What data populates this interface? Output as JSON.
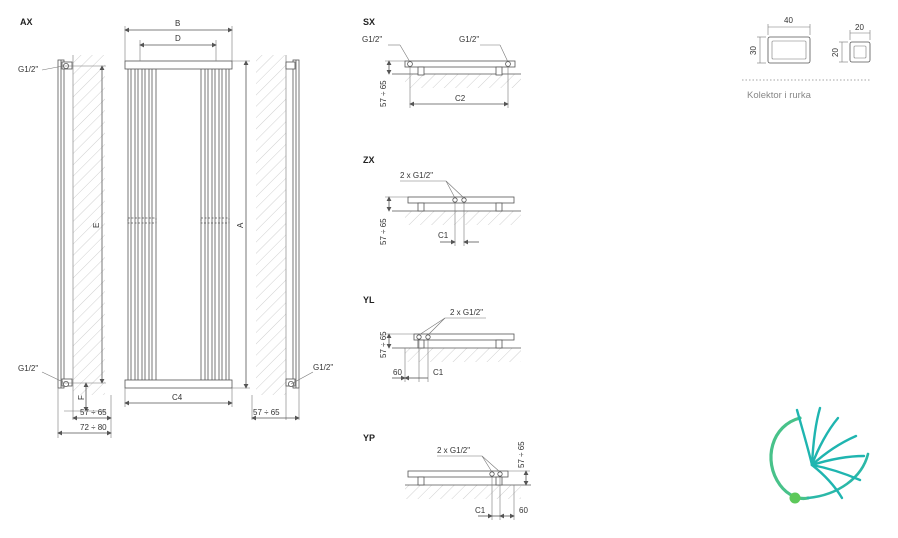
{
  "views": {
    "ax": {
      "title": "AX"
    },
    "sx": {
      "title": "SX"
    },
    "zx": {
      "title": "ZX"
    },
    "yl": {
      "title": "YL"
    },
    "yp": {
      "title": "YP"
    }
  },
  "labels": {
    "g12": "G1/2\"",
    "two_g12": "2 x G1/2\"",
    "b": "B",
    "d": "D",
    "a": "A",
    "e": "E",
    "f": "F",
    "c1": "C1",
    "c2": "C2",
    "c4": "C4",
    "wall_range": "57 ÷ 65",
    "depth_range": "72 ÷ 80",
    "sixty": "60"
  },
  "profiles": {
    "caption": "Kolektor i rurka",
    "collector_w": "40",
    "collector_h": "30",
    "tube_w": "20",
    "tube_h": "20"
  },
  "colors": {
    "line": "#555555",
    "hatch": "#bbbbbb",
    "logo_teal": "#1fb5b0",
    "logo_green": "#5dc85a"
  },
  "logo": {
    "icon": "dandelion-logo-icon"
  }
}
